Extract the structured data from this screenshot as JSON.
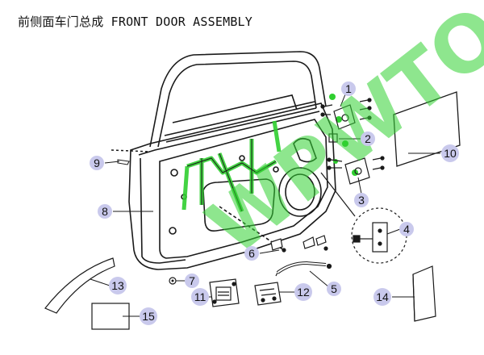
{
  "title": "前侧面车门总成 FRONT DOOR ASSEMBLY",
  "watermark": "WPWTO",
  "colors": {
    "callout_fill": "#c9c9ec",
    "line": "#1a1a1a",
    "highlight_green": "#2fcf2f"
  },
  "callouts": [
    {
      "id": "1",
      "label": "1"
    },
    {
      "id": "2",
      "label": "2"
    },
    {
      "id": "3",
      "label": "3"
    },
    {
      "id": "4",
      "label": "4"
    },
    {
      "id": "5",
      "label": "5"
    },
    {
      "id": "6",
      "label": "6"
    },
    {
      "id": "7",
      "label": "7"
    },
    {
      "id": "8",
      "label": "8"
    },
    {
      "id": "9",
      "label": "9"
    },
    {
      "id": "10",
      "label": "10"
    },
    {
      "id": "11",
      "label": "11"
    },
    {
      "id": "12",
      "label": "12"
    },
    {
      "id": "13",
      "label": "13"
    },
    {
      "id": "14",
      "label": "14"
    },
    {
      "id": "15",
      "label": "15"
    }
  ]
}
